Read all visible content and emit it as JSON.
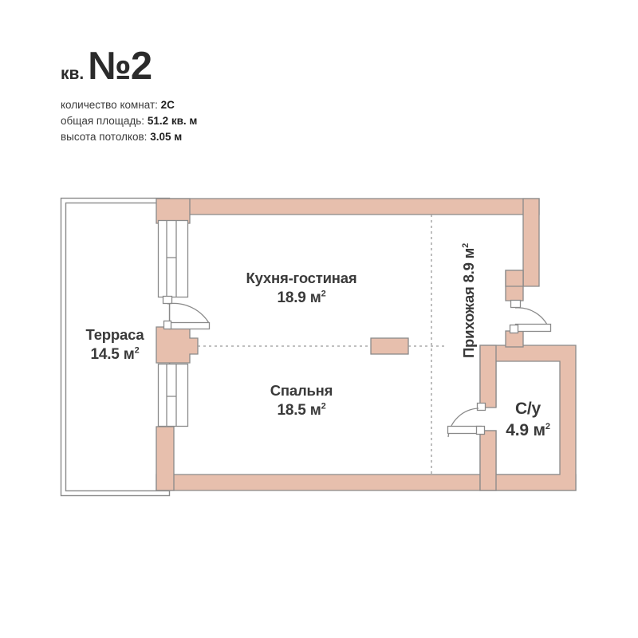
{
  "header": {
    "title_prefix": "кв.",
    "title_number": "№2",
    "specs": [
      {
        "label": "количество комнат:",
        "value": "2С"
      },
      {
        "label": "общая площадь:",
        "value": "51.2 кв. м"
      },
      {
        "label": "высота потолков:",
        "value": "3.05 м"
      }
    ]
  },
  "plan": {
    "rooms": [
      {
        "name": "Терраса",
        "area": "14.5 м",
        "sup": "2"
      },
      {
        "name": "Кухня-гостиная",
        "area": "18.9 м",
        "sup": "2"
      },
      {
        "name": "Спальня",
        "area": "18.5 м",
        "sup": "2"
      },
      {
        "name": "Прихожая 8.9 м",
        "area": "",
        "sup": "2"
      },
      {
        "name": "С/у",
        "area": "4.9 м",
        "sup": "2"
      }
    ],
    "hall_text": "Прихожая 8.9 м",
    "hall_sup": "2"
  },
  "colors": {
    "wall_fill": "#e7bfad",
    "wall_stroke": "#8a8a8a",
    "terrace_stroke": "#8a8a8a",
    "text": "#3a3a3a",
    "title": "#2b2b2b",
    "dotted": "#9a9a9a"
  }
}
